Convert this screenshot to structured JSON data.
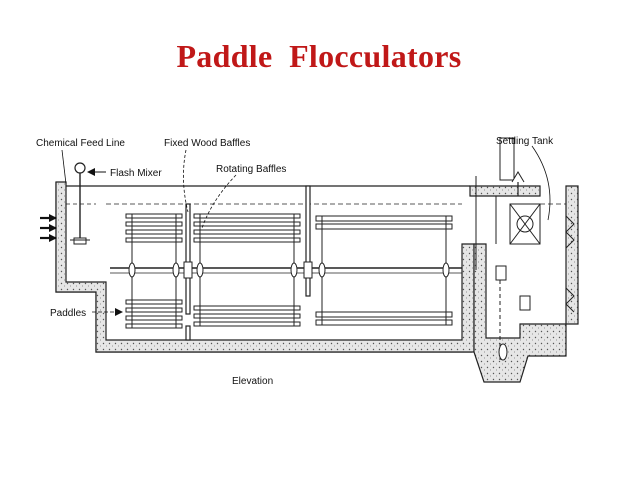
{
  "title": "Paddle  Flocculators",
  "labels": {
    "chemical_feed_line": "Chemical Feed Line",
    "fixed_wood_baffles": "Fixed Wood Baffles",
    "flash_mixer": "Flash Mixer",
    "rotating_baffles": "Rotating Baffles",
    "settling_tank": "Settling Tank",
    "paddles": "Paddles",
    "elevation": "Elevation"
  },
  "colors": {
    "title": "#c01818",
    "line": "#222222",
    "concrete": "#d8d8d8"
  }
}
